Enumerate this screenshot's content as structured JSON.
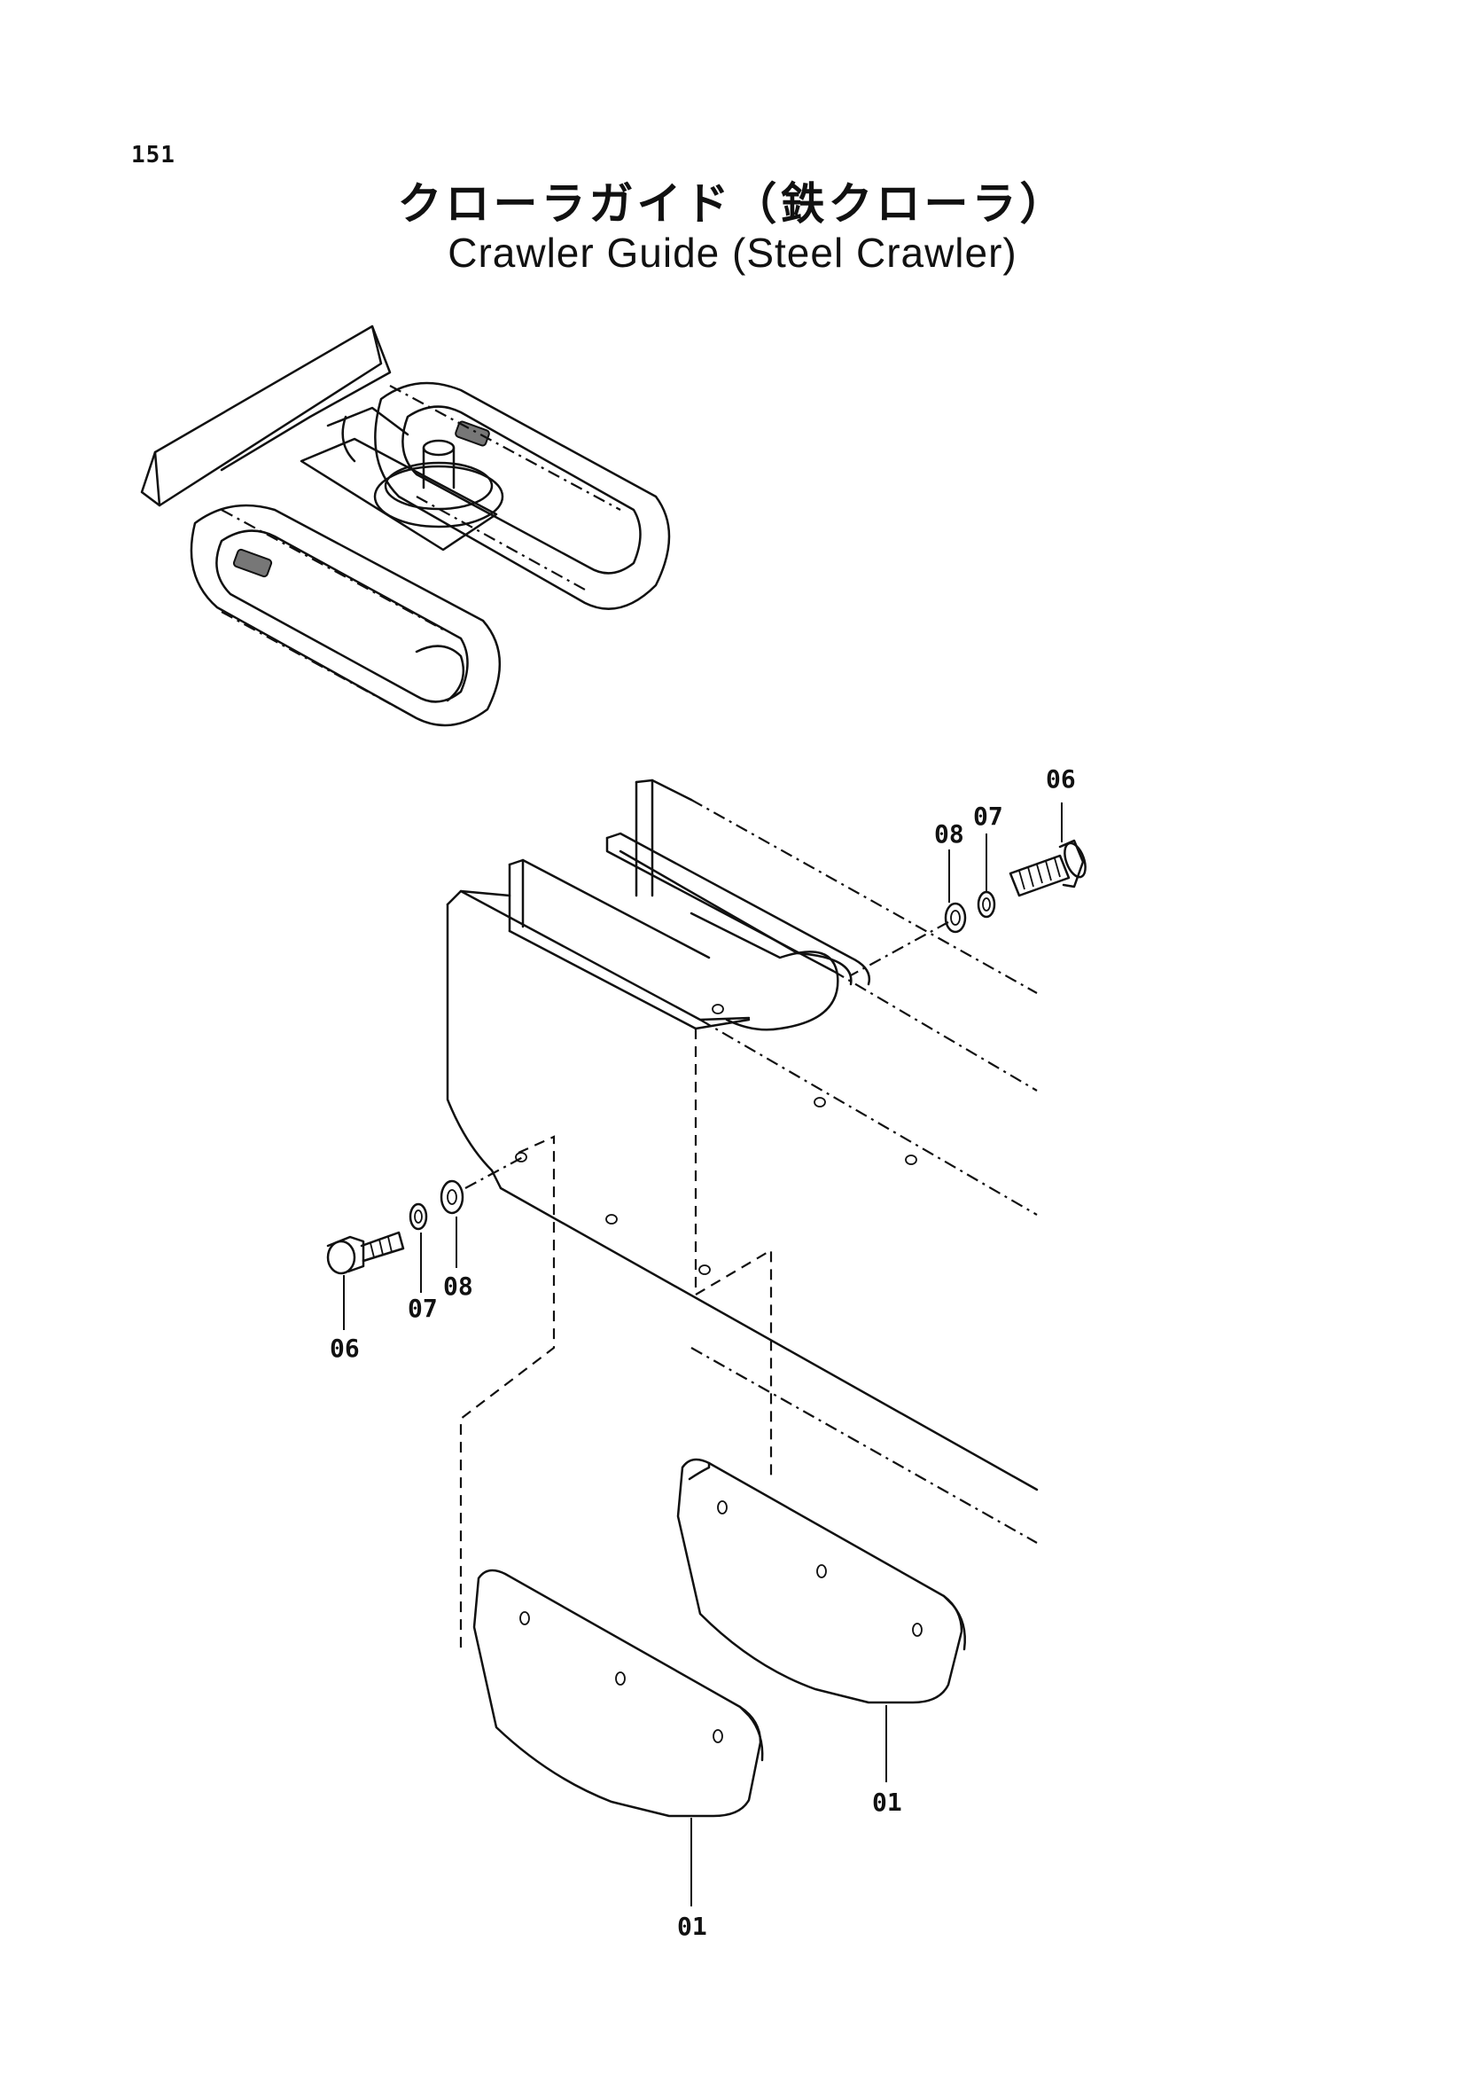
{
  "page_number": "151",
  "title_ja": "クローラガイド（鉄クローラ）",
  "title_en": "Crawler Guide (Steel Crawler)",
  "callouts": {
    "bolt_top": "06",
    "spring_washer_top": "07",
    "washer_top": "08",
    "bolt_left": "06",
    "spring_washer_left": "07",
    "washer_left": "08",
    "guide_right": "01",
    "guide_left": "01"
  }
}
